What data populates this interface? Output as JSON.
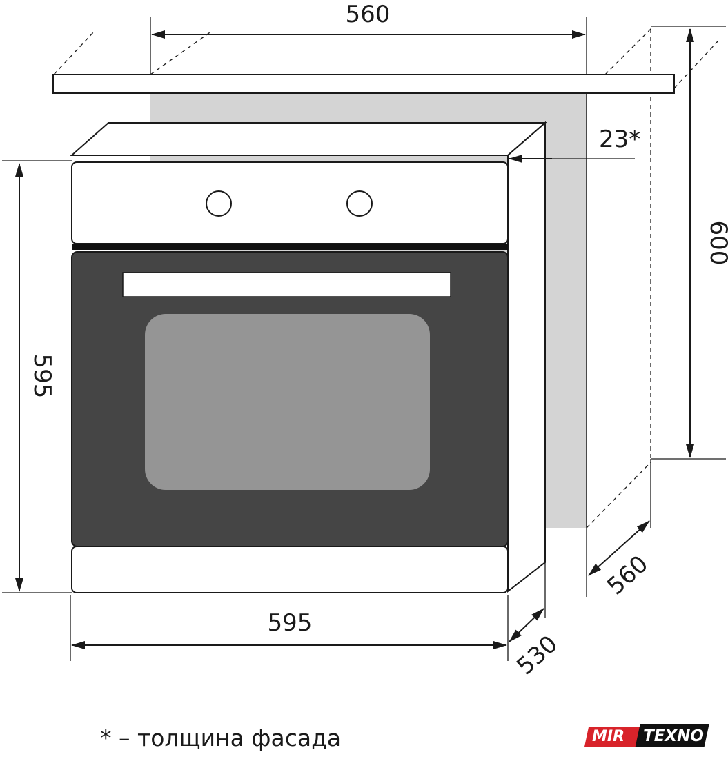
{
  "dimensions": {
    "niche_width": "560",
    "niche_height": "600",
    "facade_thickness": "23*",
    "niche_depth": "560",
    "oven_height": "595",
    "oven_width": "595",
    "oven_depth": "530"
  },
  "footnote": "* – толщина фасада",
  "logo": {
    "part1": "MIR",
    "part2": "TEXNO"
  },
  "colors": {
    "line": "#1a1a1a",
    "niche_fill": "#d4d4d4",
    "door_fill": "#454545",
    "window_fill": "#959595",
    "logo_red": "#d8232a",
    "logo_black": "#111111"
  }
}
